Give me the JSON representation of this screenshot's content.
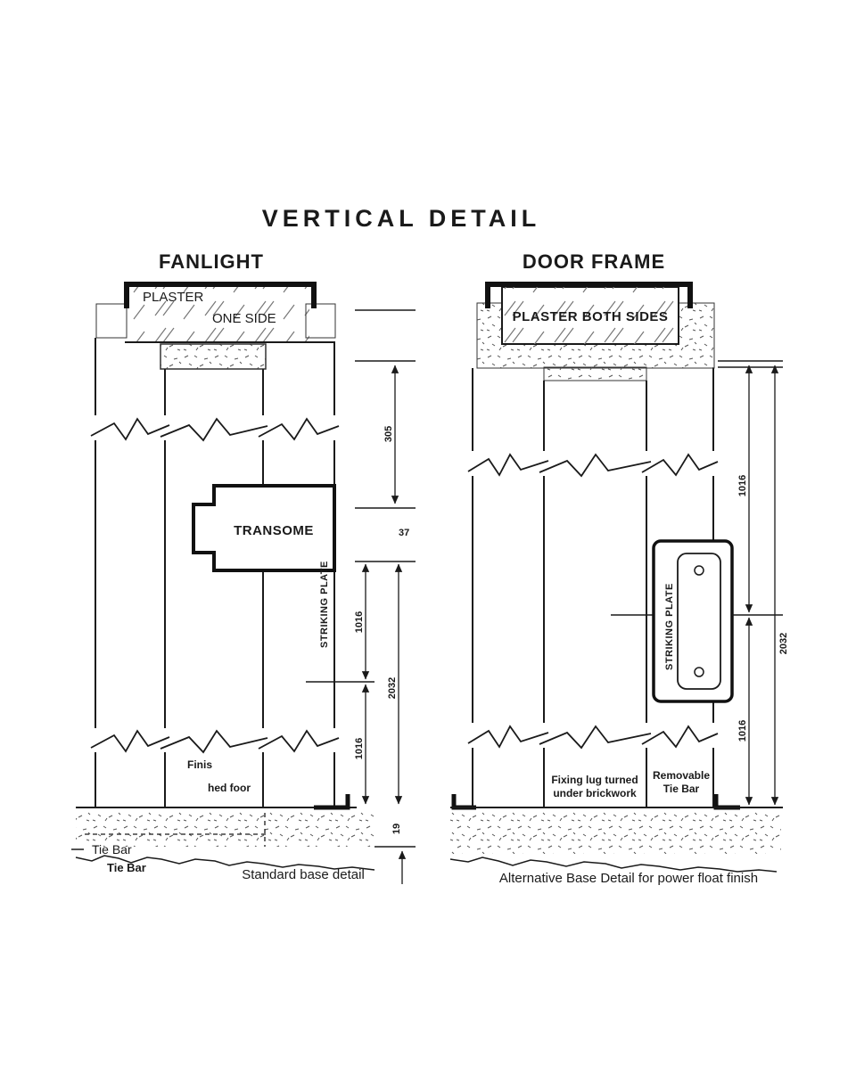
{
  "title": "VERTICAL DETAIL",
  "colors": {
    "ink": "#1a1a1a",
    "background": "#ffffff"
  },
  "fanlight": {
    "header": "FANLIGHT",
    "labels": {
      "plaster": "PLASTER",
      "one_side": "ONE SIDE",
      "transome": "TRANSOME",
      "striking_plate": "STRIKING PLATE",
      "finished_floor_top": "Finis",
      "finished_floor_bottom": "hed foor",
      "tie_bar": "Tie Bar",
      "tie_bar_bold": "Tie Bar",
      "caption": "Standard base detail"
    },
    "dims": {
      "top_to_transom": "305",
      "transom": "37",
      "upper_1016": "1016",
      "overall": "2032",
      "lower_1016": "1016",
      "base": "19"
    }
  },
  "door_frame": {
    "header": "DOOR FRAME",
    "labels": {
      "plaster": "PLASTER BOTH SIDES",
      "striking_plate": "STRIKING PLATE",
      "fixing_lug_line1": "Fixing lug turned",
      "fixing_lug_line2": "under brickwork",
      "removable_line1": "Removable",
      "removable_line2": "Tie Bar",
      "caption": "Alternative Base Detail for power float finish"
    },
    "dims": {
      "upper_1016": "1016",
      "overall": "2032",
      "lower_1016": "1016"
    }
  }
}
